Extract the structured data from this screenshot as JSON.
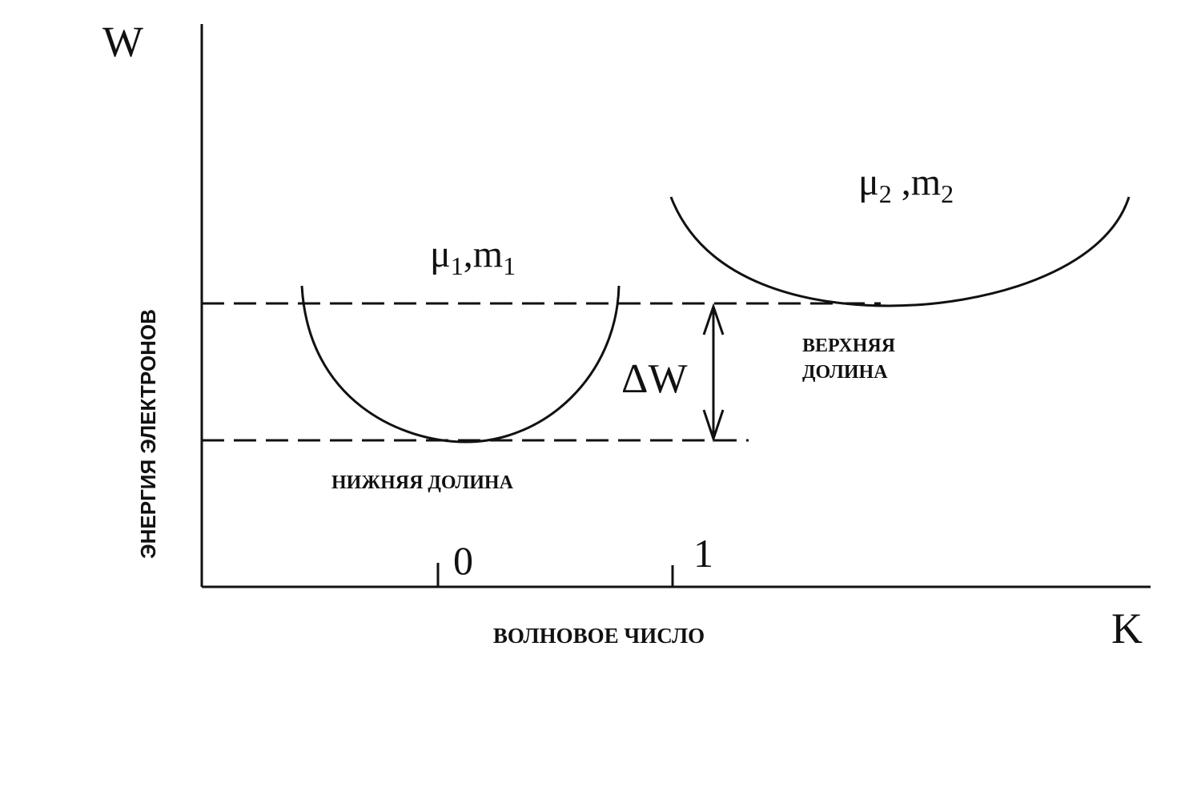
{
  "axes": {
    "y_symbol": "W",
    "x_symbol": "K",
    "y_title": "ЭНЕРГИЯ ЭЛЕКТРОНОВ",
    "x_title": "ВОЛНОВОЕ ЧИСЛО",
    "tick_0": "0",
    "tick_1": "1"
  },
  "lower_valley": {
    "mu": "μ",
    "mu_sub": "1",
    "sep": ",m",
    "m_sub": "1",
    "name": "НИЖНЯЯ ДОЛИНА"
  },
  "upper_valley": {
    "mu": "μ",
    "mu_sub": "2",
    "sep": " ,m",
    "m_sub": "2",
    "name_line1": "ВЕРХНЯЯ",
    "name_line2": "ДОЛИНА"
  },
  "gap_label": "ΔW"
}
